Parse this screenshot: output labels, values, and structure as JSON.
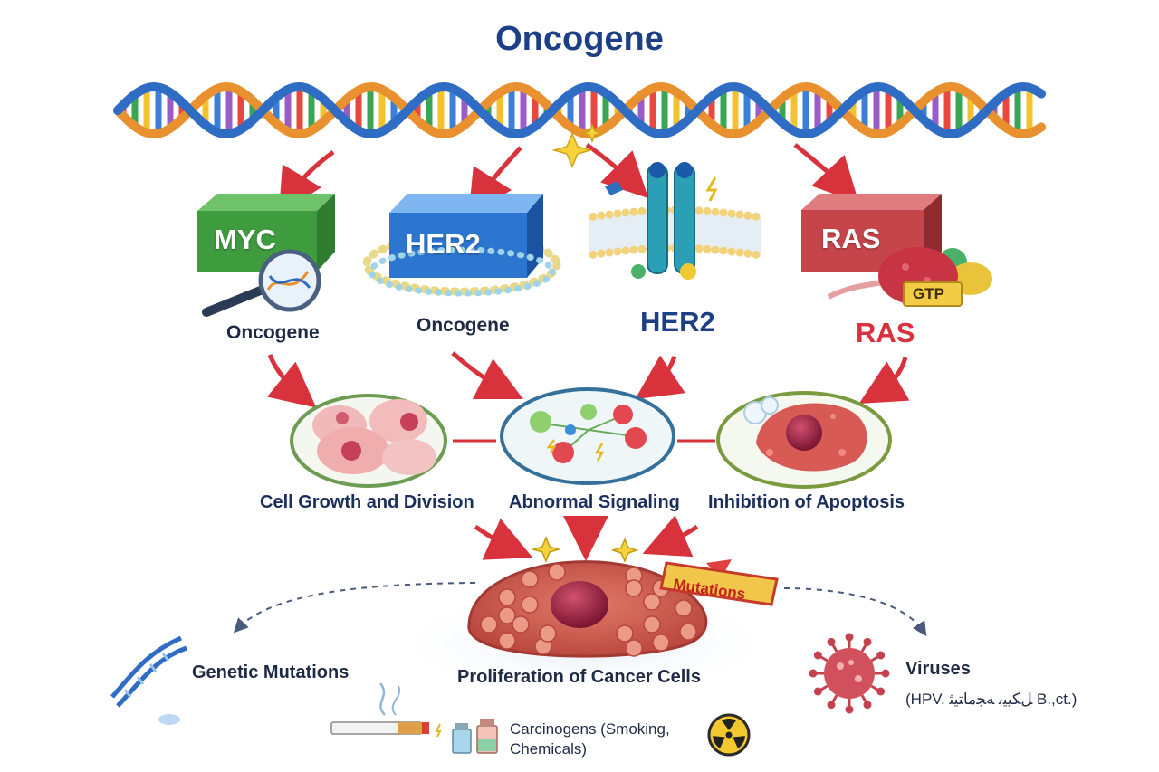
{
  "title": "Oncogene",
  "genes": {
    "myc": {
      "box": "MYC",
      "caption": "Oncogene"
    },
    "her2_box": {
      "box": "HER2",
      "caption": "Oncogene"
    },
    "her2_receptor": {
      "caption": "HER2"
    },
    "ras": {
      "box": "RAS",
      "caption": "RAS",
      "gtp": "GTP"
    }
  },
  "cells": {
    "growth": "Cell Growth and Division",
    "signaling": "Abnormal Signaling",
    "apoptosis": "Inhibition of Apoptosis"
  },
  "center": {
    "label": "Proliferation of Cancer Cells",
    "mutations_tag": "Mutations"
  },
  "causes": {
    "genetic": "Genetic Mutations",
    "viruses": "Viruses",
    "viruses_detail": "(HPV. ﻞﻜﻴﻴﺑ ﻪﺠﻣﺎﺘﻴﺜ B.,ct.)",
    "carcinogens_line1": "Carcinogens (Smoking,",
    "carcinogens_line2": "Chemicals)"
  },
  "colors": {
    "title": "#1d3f86",
    "arrow": "#d8323c",
    "myc_box": "#3e9b3e",
    "her2_box": "#2d76cf",
    "ras_box": "#c6454a",
    "ras_caption": "#d8323c",
    "her2_caption": "#1d3f86"
  },
  "icons": [
    "dna-helix-icon",
    "magnifier-icon",
    "membrane-receptor-icon",
    "gtp-protein-icon",
    "virus-icon",
    "cigarette-icon",
    "chemical-bottles-icon",
    "radiation-icon"
  ]
}
